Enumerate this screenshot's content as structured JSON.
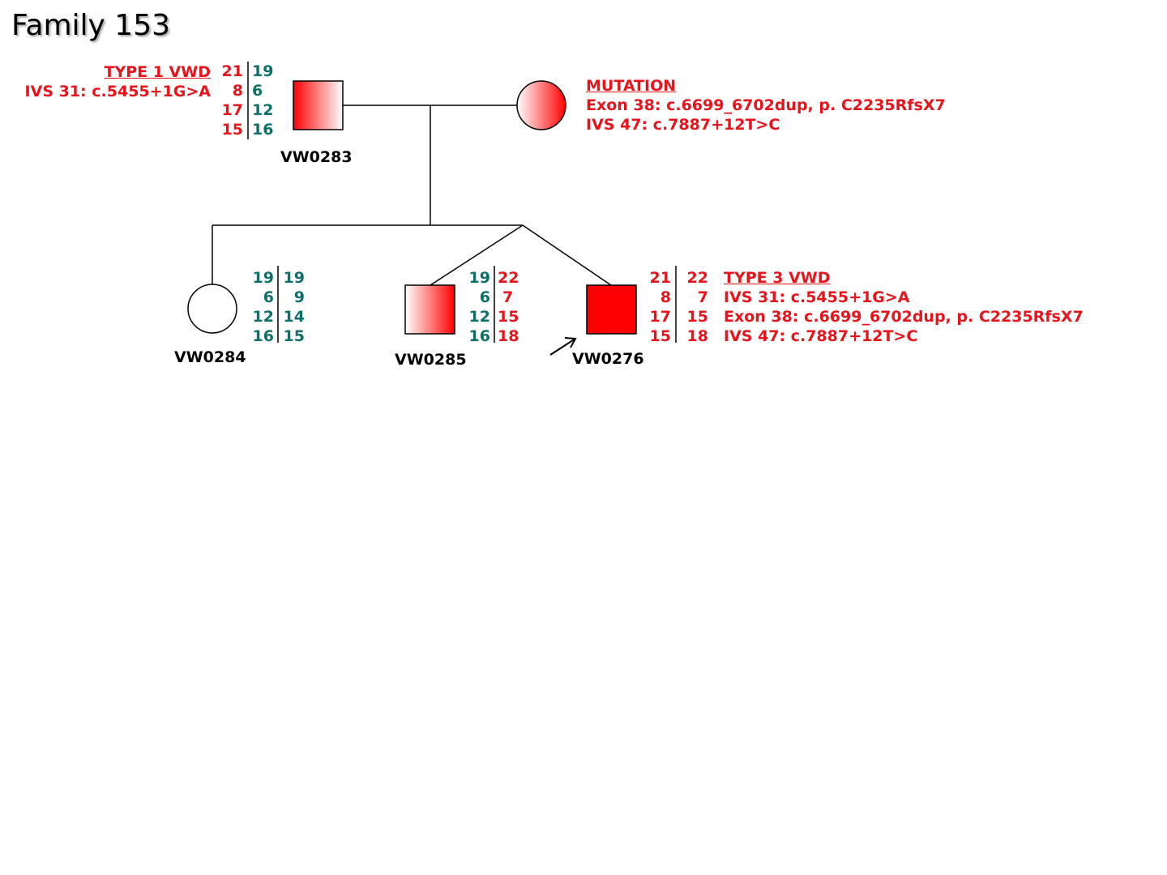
{
  "title": "Family 153",
  "colors": {
    "affected": "#ff0000",
    "maternal_allele": "#0f6f6b",
    "mutation_text": "#e8141c",
    "line": "#000000"
  },
  "father": {
    "id": "VW0283",
    "diagnosis": "TYPE 1 VWD",
    "mutation": "IVS 31: c.5455+1G>A",
    "haplotype_left": [
      "21",
      "8",
      "17",
      "15"
    ],
    "haplotype_right": [
      "19",
      "6",
      "12",
      "16"
    ]
  },
  "mother": {
    "heading": "MUTATION",
    "mutations": [
      "Exon 38: c.6699_6702dup, p. C2235RfsX7",
      "IVS 47: c.7887+12T>C"
    ]
  },
  "children": [
    {
      "id": "VW0284",
      "haplotype_left": [
        "19",
        "6",
        "12",
        "16"
      ],
      "haplotype_right": [
        "19",
        "9",
        "14",
        "15"
      ]
    },
    {
      "id": "VW0285",
      "haplotype_left": [
        "19",
        "6",
        "12",
        "16"
      ],
      "haplotype_right": [
        "22",
        "7",
        "15",
        "18"
      ]
    },
    {
      "id": "VW0276",
      "proband": true,
      "diagnosis": "TYPE 3 VWD",
      "mutations": [
        "IVS 31: c.5455+1G>A",
        "Exon 38: c.6699_6702dup, p. C2235RfsX7",
        "IVS 47: c.7887+12T>C"
      ],
      "haplotype_left": [
        "21",
        "8",
        "17",
        "15"
      ],
      "haplotype_right": [
        "22",
        "7",
        "15",
        "18"
      ]
    }
  ]
}
